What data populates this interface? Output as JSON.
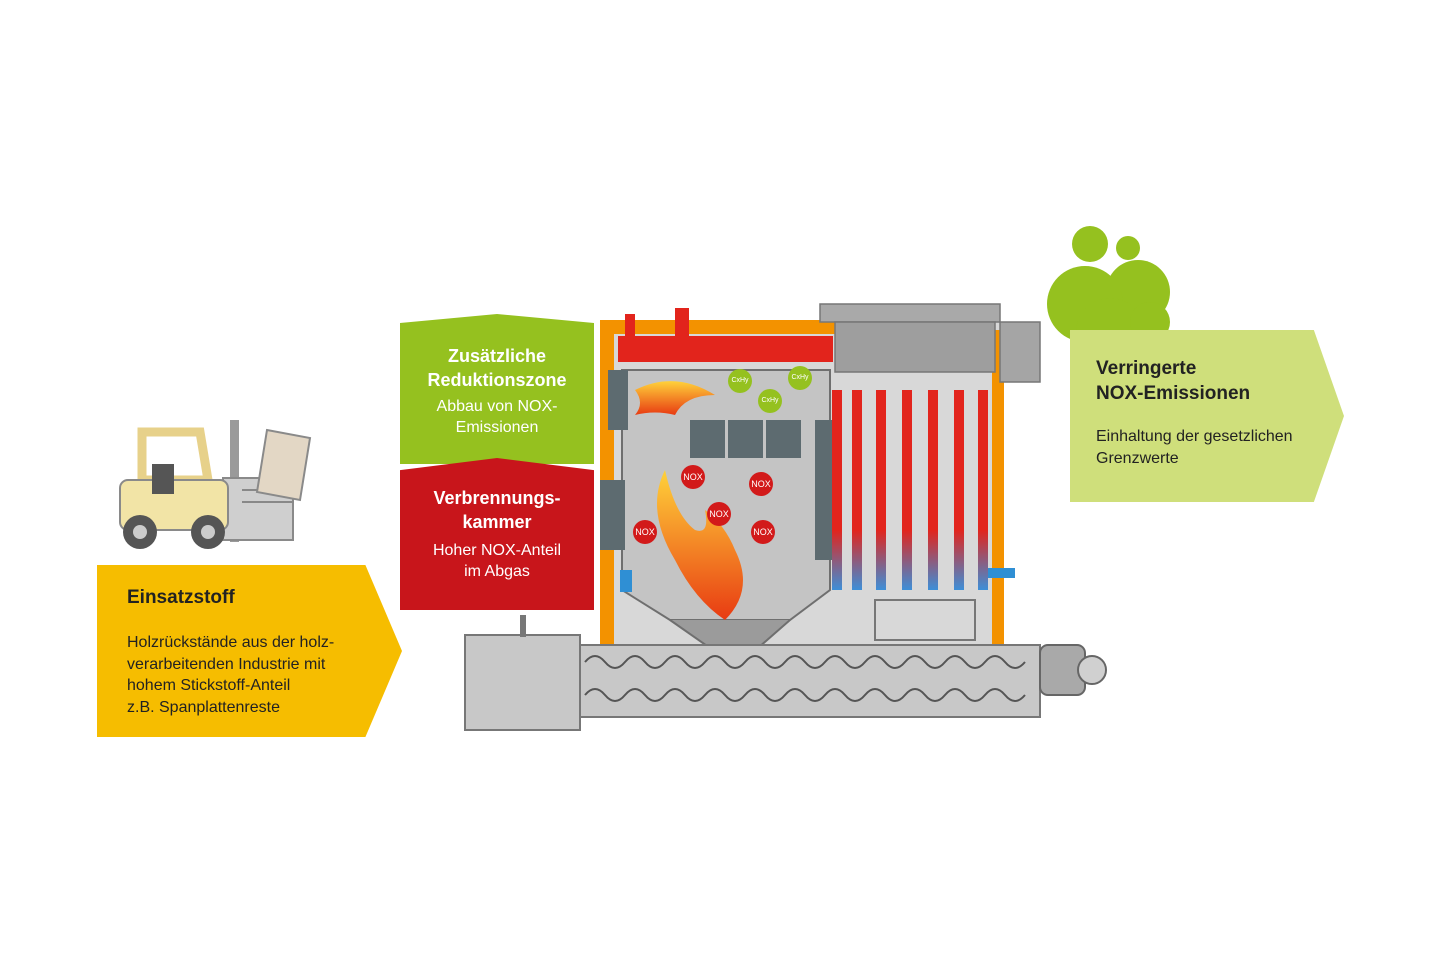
{
  "input": {
    "title": "Einsatzstoff",
    "text": "Holzrückstände aus der holz-\nverarbeitenden Industrie mit\nhohem Stickstoff-Anteil\nz.B. Spanplattenreste"
  },
  "reduction_zone": {
    "title": "Zusätzliche\nReduktionszone",
    "text": "Abbau von NOX-\nEmissionen"
  },
  "combustion_chamber": {
    "title": "Verbrennungs-\nkammer",
    "text": "Hoher NOX-Anteil\nim Abgas"
  },
  "output": {
    "title": "Verringerte\nNOX-Emissionen",
    "text": "Einhaltung der gesetzlichen\nGrenzwerte"
  },
  "molecules": {
    "nox": "NOX",
    "hydrocarbon": "CxHy"
  },
  "icons": [
    "forklift-icon",
    "fire-icon",
    "emission-cloud-icon"
  ],
  "colors": {
    "yellow": "#f6bd00",
    "green": "#95c11f",
    "red": "#c8151b",
    "light_green": "#cfdf7b",
    "machine_grey": "#c9c9c9",
    "orange_wall": "#f39200"
  }
}
